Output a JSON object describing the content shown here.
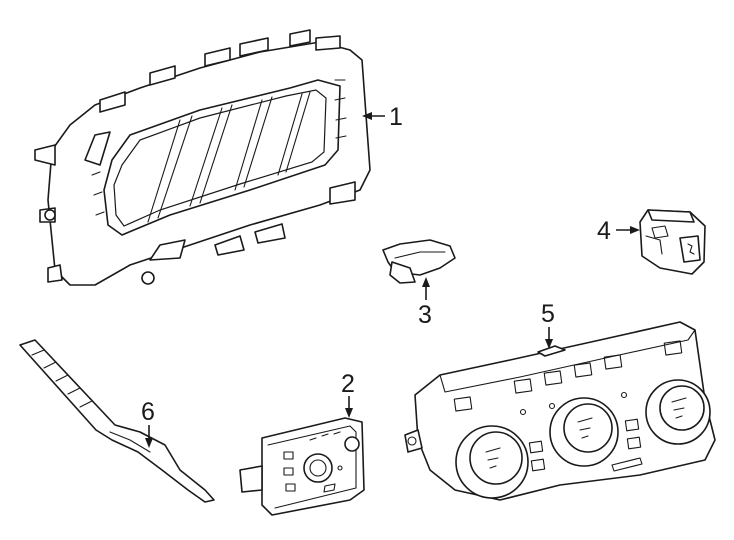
{
  "callouts": [
    {
      "id": "1",
      "label": "1"
    },
    {
      "id": "2",
      "label": "2"
    },
    {
      "id": "3",
      "label": "3"
    },
    {
      "id": "4",
      "label": "4"
    },
    {
      "id": "5",
      "label": "5"
    },
    {
      "id": "6",
      "label": "6"
    }
  ],
  "colors": {
    "ink": "#1a1a1a",
    "background": "#ffffff"
  },
  "parts": [
    {
      "callout": "1",
      "depicts": "instrument-cluster"
    },
    {
      "callout": "2",
      "depicts": "headlamp-switch"
    },
    {
      "callout": "3",
      "depicts": "small-cover"
    },
    {
      "callout": "4",
      "depicts": "switch-module"
    },
    {
      "callout": "5",
      "depicts": "climate-control-panel"
    },
    {
      "callout": "6",
      "depicts": "trim-bracket"
    }
  ]
}
